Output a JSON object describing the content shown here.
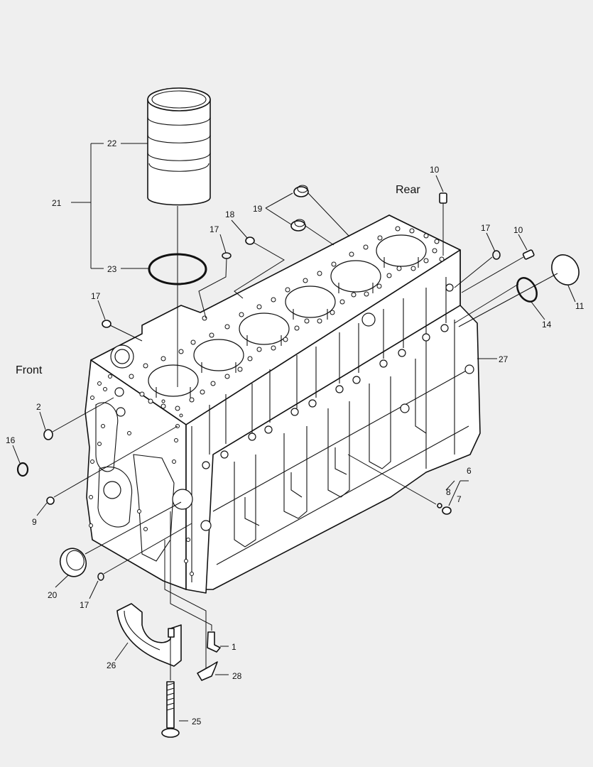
{
  "labels": {
    "front": "Front",
    "rear": "Rear"
  },
  "callouts": {
    "c1": "1",
    "c2": "2",
    "c6": "6",
    "c7": "7",
    "c8": "8",
    "c9": "9",
    "c10a": "10",
    "c10b": "10",
    "c11": "11",
    "c14": "14",
    "c16": "16",
    "c17a": "17",
    "c17b": "17",
    "c17c": "17",
    "c17d": "17",
    "c18": "18",
    "c19": "19",
    "c20": "20",
    "c21": "21",
    "c22": "22",
    "c23": "23",
    "c25": "25",
    "c26": "26",
    "c27": "27",
    "c28": "28"
  }
}
